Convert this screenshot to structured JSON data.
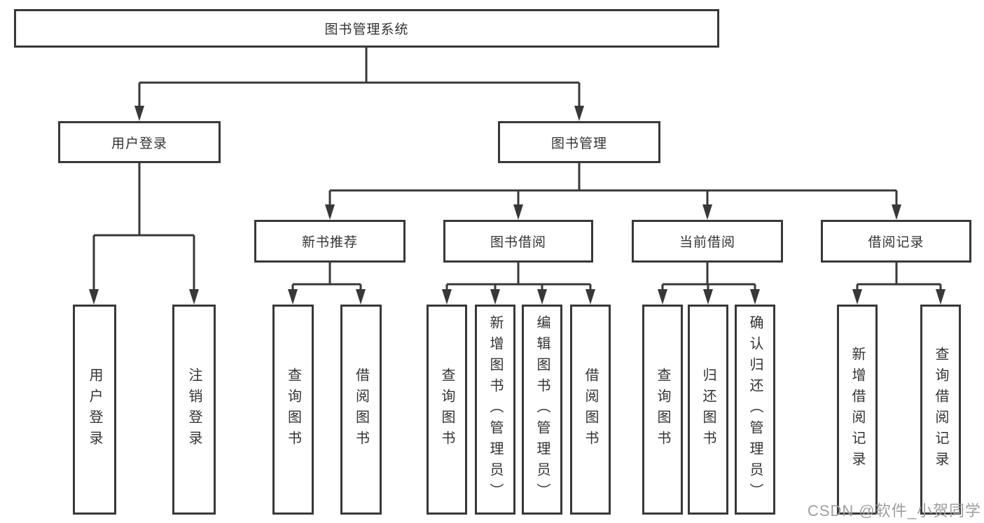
{
  "diagram_title": "图书管理系统",
  "tree": {
    "root": {
      "label": "图书管理系统"
    },
    "level1": [
      {
        "label": "用户登录",
        "parent": "图书管理系统"
      },
      {
        "label": "图书管理",
        "parent": "图书管理系统"
      }
    ],
    "level2": [
      {
        "label": "新书推荐",
        "parent": "图书管理"
      },
      {
        "label": "图书借阅",
        "parent": "图书管理"
      },
      {
        "label": "当前借阅",
        "parent": "图书管理"
      },
      {
        "label": "借阅记录",
        "parent": "图书管理"
      }
    ],
    "leaves": [
      {
        "label": "用户登录",
        "parent": "用户登录"
      },
      {
        "label": "注销登录",
        "parent": "用户登录"
      },
      {
        "label": "查询图书",
        "parent": "新书推荐"
      },
      {
        "label": "借阅图书",
        "parent": "新书推荐"
      },
      {
        "label": "查询图书",
        "parent": "图书借阅"
      },
      {
        "label": "新增图书（管理员）",
        "parent": "图书借阅"
      },
      {
        "label": "编辑图书（管理员）",
        "parent": "图书借阅"
      },
      {
        "label": "借阅图书",
        "parent": "图书借阅"
      },
      {
        "label": "查询图书",
        "parent": "当前借阅"
      },
      {
        "label": "归还图书",
        "parent": "当前借阅"
      },
      {
        "label": "确认归还（管理员）",
        "parent": "当前借阅"
      },
      {
        "label": "新增借阅记录",
        "parent": "借阅记录"
      },
      {
        "label": "查询借阅记录",
        "parent": "借阅记录"
      }
    ]
  },
  "watermark": {
    "text": "CSDN @软件_小贺同学"
  },
  "colors": {
    "line": "#383838",
    "text": "#333333",
    "background": "#ffffff",
    "box_fill": "#ffffff",
    "watermark": "#9e9e9e"
  }
}
